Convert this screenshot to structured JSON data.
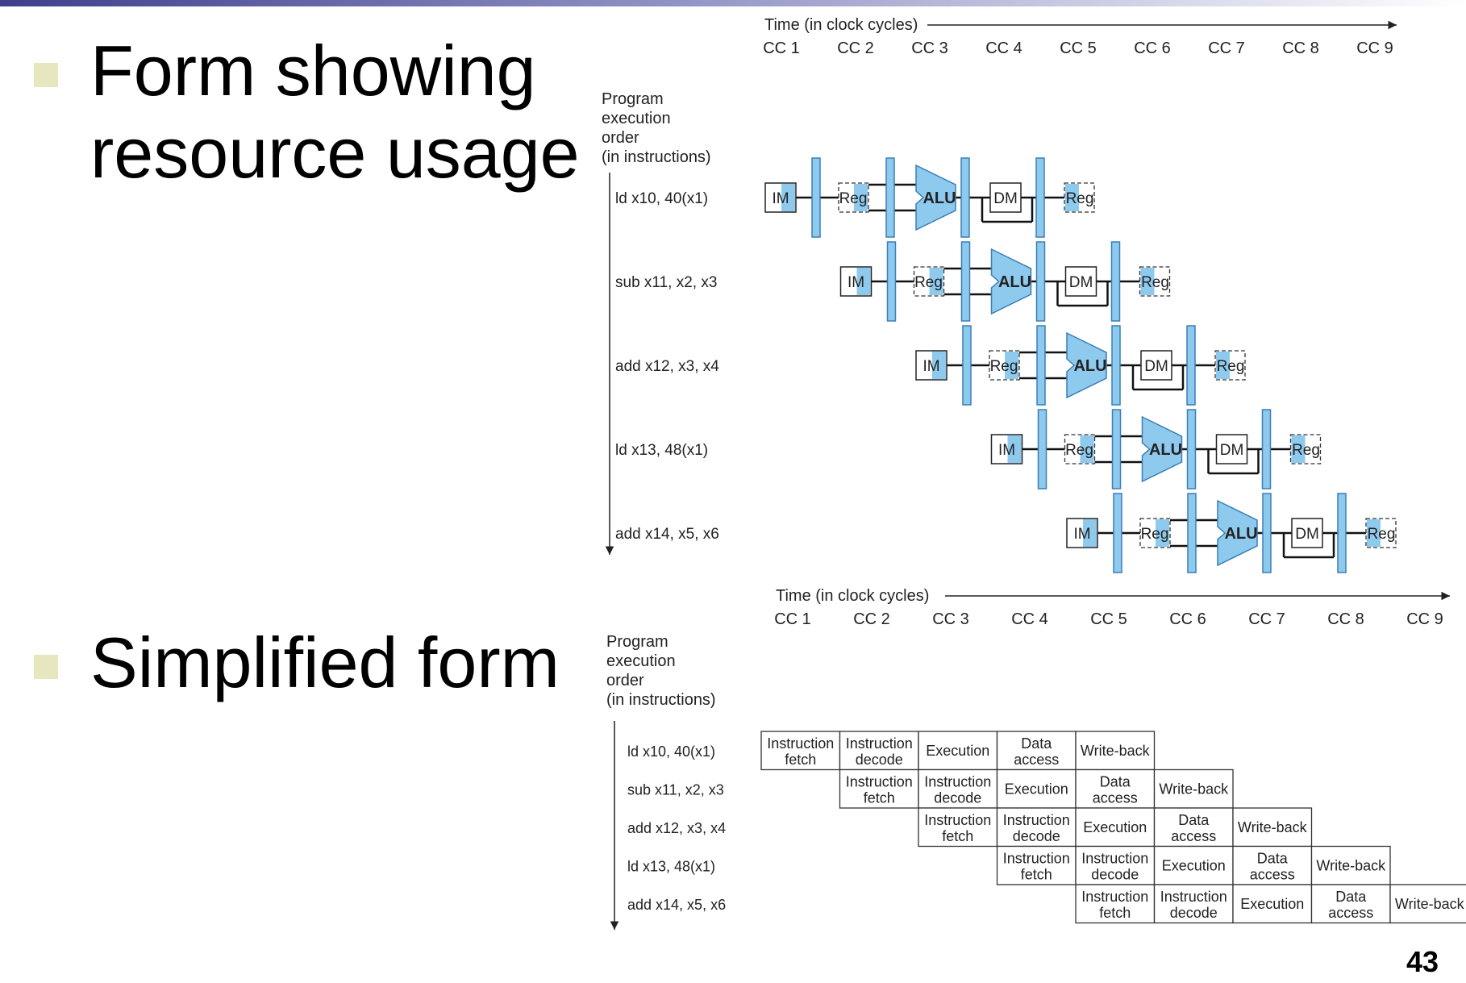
{
  "slide": {
    "bullets": [
      {
        "lines": [
          "Form showing",
          "resource usage"
        ]
      },
      {
        "lines": [
          "Simplified form"
        ]
      }
    ],
    "page_number": "43"
  },
  "colors": {
    "stage_fill": "#8ec9ee",
    "stage_stroke": "#3a7fb8",
    "accent_bullet": "#e6e6bf"
  },
  "top_diagram": {
    "time_label": "Time (in clock cycles)",
    "cycles": [
      "CC 1",
      "CC 2",
      "CC 3",
      "CC 4",
      "CC 5",
      "CC 6",
      "CC 7",
      "CC 8",
      "CC 9"
    ],
    "order_label": [
      "Program",
      "execution",
      "order",
      "(in instructions)"
    ],
    "stage_labels": {
      "im": "IM",
      "reg": "Reg",
      "alu": "ALU",
      "dm": "DM"
    },
    "instructions": [
      "ld x10, 40(x1)",
      "sub x11, x2, x3",
      "add x12, x3, x4",
      "ld x13, 48(x1)",
      "add x14, x5, x6"
    ]
  },
  "bottom_diagram": {
    "time_label": "Time (in clock cycles)",
    "cycles": [
      "CC 1",
      "CC 2",
      "CC 3",
      "CC 4",
      "CC 5",
      "CC 6",
      "CC 7",
      "CC 8",
      "CC 9"
    ],
    "order_label": [
      "Program",
      "execution",
      "order",
      "(in instructions)"
    ],
    "instructions": [
      "ld x10, 40(x1)",
      "sub x11, x2, x3",
      "add x12, x3, x4",
      "ld x13, 48(x1)",
      "add x14, x5, x6"
    ],
    "stages": [
      [
        "Instruction",
        "fetch"
      ],
      [
        "Instruction",
        "decode"
      ],
      [
        "Execution"
      ],
      [
        "Data",
        "access"
      ],
      [
        "Write-back"
      ]
    ]
  }
}
